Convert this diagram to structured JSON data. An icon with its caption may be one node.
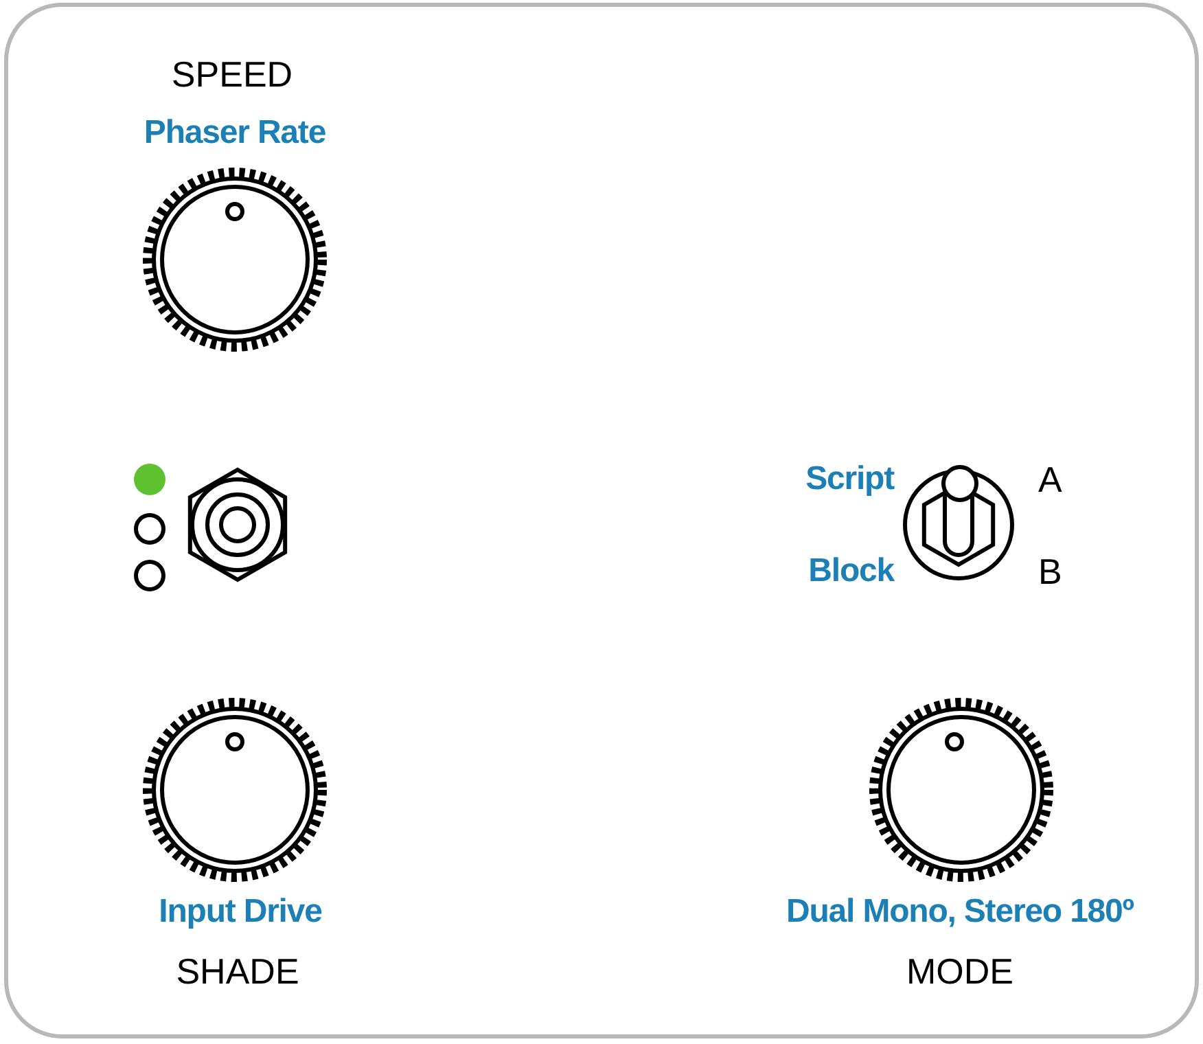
{
  "diagram": {
    "labels": [
      "SPEED",
      "Phaser Rate",
      "Script",
      "A",
      "Block",
      "B",
      "Input Drive",
      "SHADE",
      "Dual Mono, Stereo 180º",
      "MODE"
    ]
  }
}
